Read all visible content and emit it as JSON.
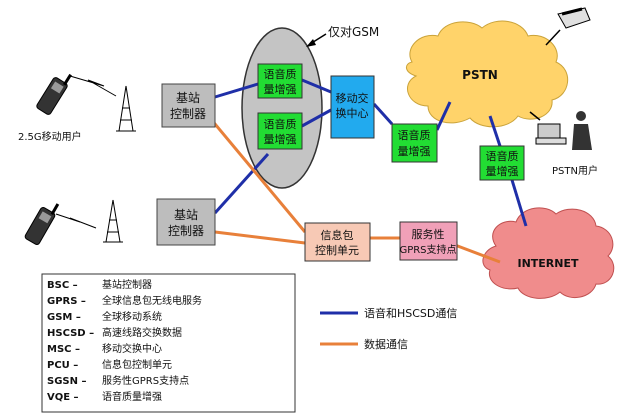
{
  "diagram": {
    "gsm_only_label": "仅对GSM",
    "nodes": {
      "bsc_top": [
        "基站",
        "控制器"
      ],
      "bsc_bottom": [
        "基站",
        "控制器"
      ],
      "vqe_top": [
        "语音质",
        "量增强"
      ],
      "vqe_mid": [
        "语音质",
        "量增强"
      ],
      "msc": [
        "移动交",
        "换中心"
      ],
      "vqe_msc": [
        "语音质",
        "量增强"
      ],
      "vqe_pstn": [
        "语音质",
        "量增强"
      ],
      "pcu": [
        "信息包",
        "控制单元"
      ],
      "sgsn": [
        "服务性",
        "GPRS支持点"
      ],
      "pstn": "PSTN",
      "internet": "INTERNET"
    },
    "labels": {
      "mobile_user": "2.5G移动用户",
      "pstn_user": "PSTN用户"
    },
    "colors": {
      "voice_line": "#1f2fa8",
      "data_line": "#e8803a",
      "vqe_fill": "#22dd33",
      "msc_fill": "#22aaee",
      "bsc_fill": "#bdbdbd",
      "pcu_fill": "#f7c9b5",
      "sgsn_fill": "#f0a0b8",
      "pstn_fill": "#ffd36a",
      "internet_fill": "#f08c8c",
      "gsm_ellipse_fill": "#c4c4c4"
    }
  },
  "legend_abbrev": [
    {
      "abbr": "BSC –",
      "desc": "基站控制器"
    },
    {
      "abbr": "GPRS –",
      "desc": "全球信息包无线电服务"
    },
    {
      "abbr": "GSM –",
      "desc": "全球移动系统"
    },
    {
      "abbr": "HSCSD –",
      "desc": "高速线路交换数据"
    },
    {
      "abbr": "MSC –",
      "desc": "移动交换中心"
    },
    {
      "abbr": "PCU –",
      "desc": "信息包控制单元"
    },
    {
      "abbr": "SGSN –",
      "desc": "服务性GPRS支持点"
    },
    {
      "abbr": "VQE –",
      "desc": "语音质量增强"
    }
  ],
  "legend_lines": {
    "voice": "语音和HSCSD通信",
    "data": "数据通信"
  }
}
